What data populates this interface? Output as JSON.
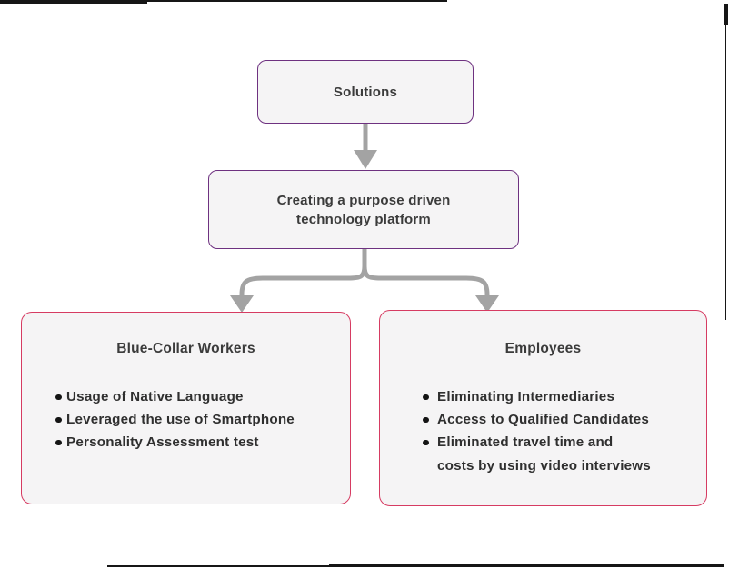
{
  "diagram": {
    "solutions_box": {
      "label": "Solutions"
    },
    "platform_box": {
      "label_lines": [
        "Creating a purpose driven",
        "technology platform"
      ]
    },
    "blue_collar_box": {
      "title": "Blue-Collar Workers",
      "bullets": [
        "Usage of Native Language",
        "Leveraged the use of Smartphone",
        "Personality Assessment test"
      ]
    },
    "employees_box": {
      "title": "Employees",
      "bullets": [
        "Eliminating Intermediaries",
        "Access to Qualified Candidates",
        "Eliminated travel time and\ncosts by using video interviews"
      ]
    }
  },
  "colors": {
    "purple_border": "#6e3180",
    "pink_border": "#d63b62",
    "box_background": "#f5f4f5",
    "arrow_gray": "#a3a3a3",
    "text": "#3b3b3b",
    "edge_artifact": "#161616"
  }
}
